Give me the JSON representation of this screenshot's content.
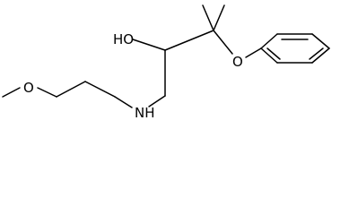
{
  "molecule": {
    "atom_labels": {
      "methoxy_oxygen": "O",
      "amine_nitrogen": "N",
      "amine_hydrogen": "H",
      "hydroxyl_group": "HO",
      "ether_oxygen": "O"
    },
    "colors": {
      "bond": "#000000",
      "text": "#000000",
      "background": "#ffffff"
    }
  }
}
